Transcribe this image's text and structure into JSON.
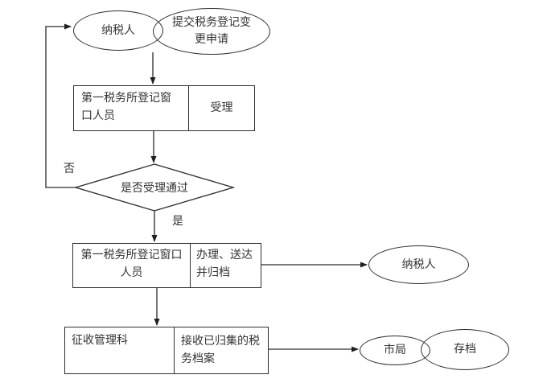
{
  "nodes": {
    "taxpayer_top": "纳税人",
    "submit_application": "提交税务登记变更申请",
    "window_staff_accept_role": "第一税务所登记窗口人员",
    "window_staff_accept_action": "受理",
    "decision": "是否受理通过",
    "no_label": "否",
    "yes_label": "是",
    "window_staff_process_role": "第一税务所登记窗口人员",
    "window_staff_process_action": "办理、送达并归档",
    "taxpayer_result": "纳税人",
    "collection_dept": "征收管理科",
    "collection_action": "接收已归集的税务档案",
    "city_bureau": "市局",
    "archive": "存档"
  },
  "colors": {
    "line": "#2a2a2a",
    "text": "#333333",
    "background": "#ffffff"
  }
}
